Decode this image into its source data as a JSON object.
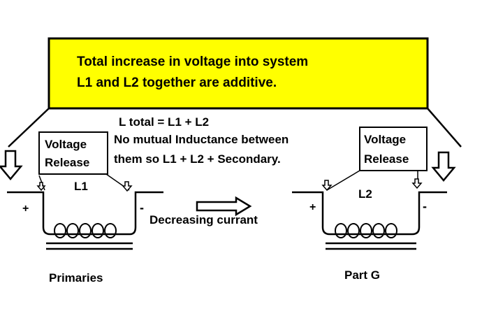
{
  "banner": {
    "line1": "Total increase in voltage into system",
    "line2": "L1 and L2 together are additive.",
    "color": "#ffff00"
  },
  "notes": {
    "line1": "L total =  L1 + L2",
    "line2": "No mutual Inductance between",
    "line3": "them so L1 +  L2 + Secondary."
  },
  "left_release": {
    "line1": "Voltage",
    "line2": "Release"
  },
  "right_release": {
    "line1": "Voltage",
    "line2": "Release"
  },
  "left_coil": {
    "name": "L1",
    "plus": "+",
    "minus": "-",
    "turns": "00000",
    "caption": "Primaries"
  },
  "right_coil": {
    "name": "L2",
    "plus": "+",
    "minus": "-",
    "turns": "00000",
    "caption": "Part G"
  },
  "current_label": "Decreasing currant",
  "icons": [
    "down-arrow-icon",
    "right-arrow-icon"
  ]
}
